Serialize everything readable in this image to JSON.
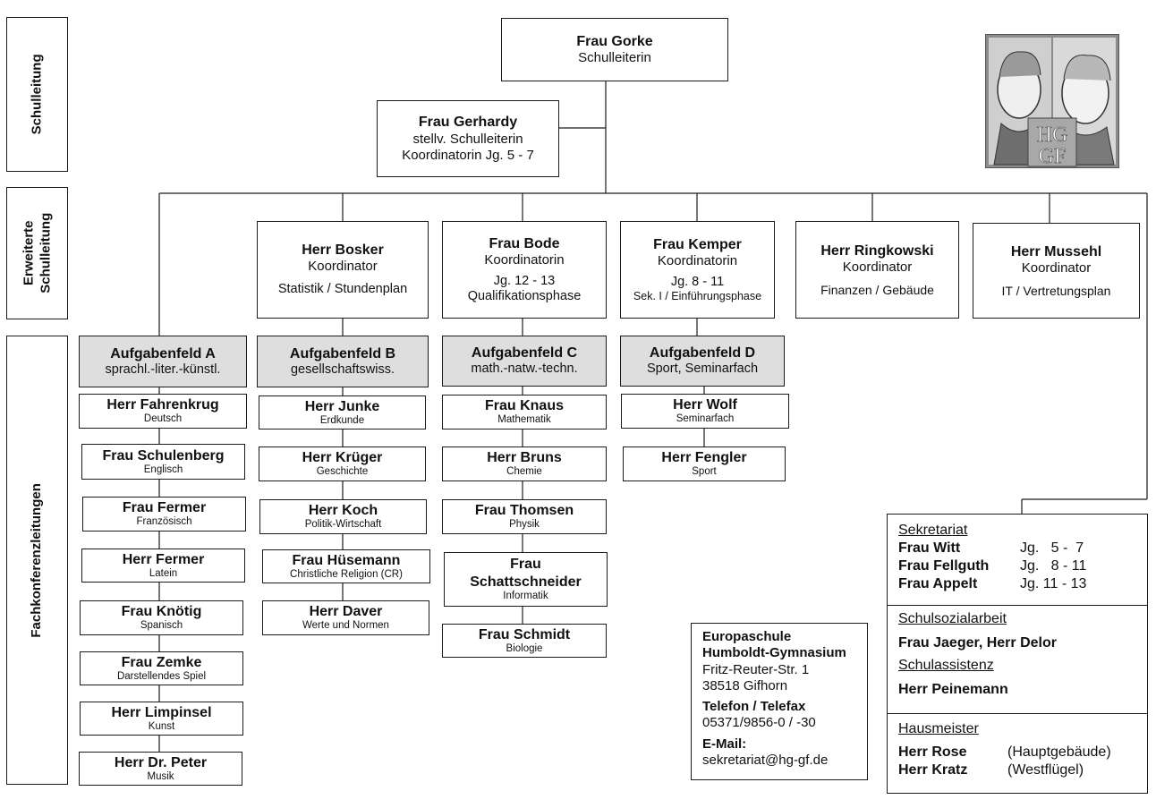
{
  "side_labels": {
    "schulleitung": "Schulleitung",
    "erweiterte_1": "Erweiterte",
    "erweiterte_2": "Schulleitung",
    "fachkonferenz": "Fachkonferenzleitungen"
  },
  "leitung": {
    "head": {
      "name": "Frau Gorke",
      "role": "Schulleiterin"
    },
    "deputy": {
      "name": "Frau Gerhardy",
      "role1": "stellv. Schulleiterin",
      "role2": "Koordinatorin Jg. 5 - 7"
    }
  },
  "coordinators": [
    {
      "name": "Herr Bosker",
      "role": "Koordinator",
      "line1": "",
      "line2": "Statistik / Stundenplan"
    },
    {
      "name": "Frau Bode",
      "role": "Koordinatorin",
      "line1": "Jg. 12 - 13",
      "line2": "Qualifikationsphase"
    },
    {
      "name": "Frau Kemper",
      "role": "Koordinatorin",
      "line1": "Jg. 8 - 11",
      "line2": "Sek. I / Einführungsphase"
    },
    {
      "name": "Herr Ringkowski",
      "role": "Koordinator",
      "line1": "",
      "line2": "Finanzen / Gebäude"
    },
    {
      "name": "Herr Mussehl",
      "role": "Koordinator",
      "line1": "",
      "line2": "IT / Vertretungsplan"
    }
  ],
  "fields": [
    {
      "title": "Aufgabenfeld A",
      "subtitle": "sprachl.-liter.-künstl.",
      "members": [
        {
          "name": "Herr Fahrenkrug",
          "subject": "Deutsch"
        },
        {
          "name": "Frau Schulenberg",
          "subject": "Englisch"
        },
        {
          "name": "Frau Fermer",
          "subject": "Französisch"
        },
        {
          "name": "Herr Fermer",
          "subject": "Latein"
        },
        {
          "name": "Frau Knötig",
          "subject": "Spanisch"
        },
        {
          "name": "Frau Zemke",
          "subject": "Darstellendes Spiel"
        },
        {
          "name": "Herr Limpinsel",
          "subject": "Kunst"
        },
        {
          "name": "Herr Dr. Peter",
          "subject": "Musik"
        }
      ]
    },
    {
      "title": "Aufgabenfeld B",
      "subtitle": "gesellschaftswiss.",
      "members": [
        {
          "name": "Herr Junke",
          "subject": "Erdkunde"
        },
        {
          "name": "Herr Krüger",
          "subject": "Geschichte"
        },
        {
          "name": "Herr Koch",
          "subject": "Politik-Wirtschaft"
        },
        {
          "name": "Frau Hüsemann",
          "subject": "Christliche Religion (CR)"
        },
        {
          "name": "Herr Daver",
          "subject": "Werte und Normen"
        }
      ]
    },
    {
      "title": "Aufgabenfeld C",
      "subtitle": "math.-natw.-techn.",
      "members": [
        {
          "name": "Frau Knaus",
          "subject": "Mathematik"
        },
        {
          "name": "Herr Bruns",
          "subject": "Chemie"
        },
        {
          "name": "Frau Thomsen",
          "subject": "Physik"
        },
        {
          "name": "Frau",
          "name2": "Schattschneider",
          "subject": "Informatik"
        },
        {
          "name": "Frau Schmidt",
          "subject": "Biologie"
        }
      ]
    },
    {
      "title": "Aufgabenfeld D",
      "subtitle": "Sport, Seminarfach",
      "members": [
        {
          "name": "Herr Wolf",
          "subject": "Seminarfach"
        },
        {
          "name": "Herr Fengler",
          "subject": "Sport"
        }
      ]
    }
  ],
  "address": {
    "school1": "Europaschule",
    "school2": "Humboldt-Gymnasium",
    "street": "Fritz-Reuter-Str. 1",
    "city": "38518 Gifhorn",
    "phone_label": "Telefon / Telefax",
    "phone": "05371/9856-0 / -30",
    "email_label": "E-Mail:",
    "email": "sekretariat@hg-gf.de"
  },
  "staff": {
    "sekretariat_label": "Sekretariat",
    "sekretariat": [
      {
        "name": "Frau Witt",
        "jg": "Jg.   5 -  7"
      },
      {
        "name": "Frau Fellguth",
        "jg": "Jg.   8 - 11"
      },
      {
        "name": "Frau Appelt",
        "jg": "Jg. 11 - 13"
      }
    ],
    "sozial_label": "Schulsozialarbeit",
    "sozial": "Frau Jaeger, Herr Delor",
    "assistenz_label": "Schulassistenz",
    "assistenz": "Herr Peinemann",
    "haus_label": "Hausmeister",
    "haus": [
      {
        "name": "Herr Rose",
        "place": "(Hauptgebäude)"
      },
      {
        "name": "Herr Kratz",
        "place": "(Westflügel)"
      }
    ]
  },
  "logo": {
    "text1": "HG",
    "text2": "GF"
  },
  "colors": {
    "line": "#1a1a1a",
    "field_header": "#dedede"
  }
}
